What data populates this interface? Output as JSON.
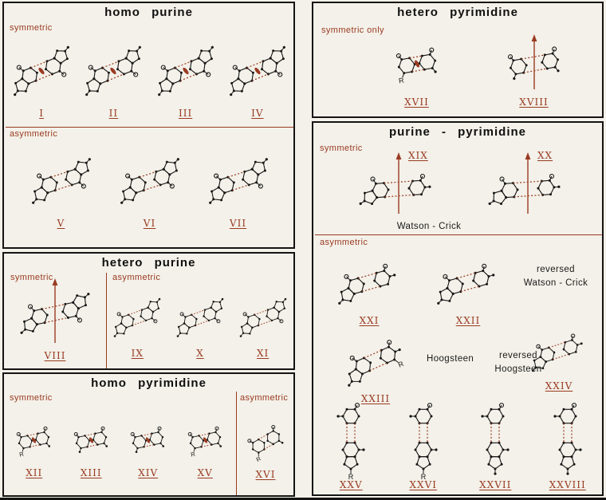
{
  "colors": {
    "accent": "#9a3a22",
    "ink": "#161616",
    "paper": "#f3f1e9"
  },
  "panels": {
    "homo_purine": {
      "title": "homo purine",
      "symmetric_label": "symmetric",
      "asymmetric_label": "asymmetric",
      "symmetric_structures": [
        {
          "numeral": "I",
          "kind": "RR",
          "sym": "ellipse"
        },
        {
          "numeral": "II",
          "kind": "RR",
          "sym": "ellipse"
        },
        {
          "numeral": "III",
          "kind": "RR",
          "sym": "ellipse"
        },
        {
          "numeral": "IV",
          "kind": "RR",
          "sym": "ellipse"
        }
      ],
      "asymmetric_structures": [
        {
          "numeral": "V",
          "kind": "RR",
          "sym": "none"
        },
        {
          "numeral": "VI",
          "kind": "RR",
          "sym": "none"
        },
        {
          "numeral": "VII",
          "kind": "RR",
          "sym": "none"
        }
      ]
    },
    "hetero_purine": {
      "title": "hetero purine",
      "symmetric_label": "symmetric",
      "asymmetric_label": "asymmetric",
      "symmetric_structures": [
        {
          "numeral": "VIII",
          "kind": "RR",
          "sym": "arrow"
        }
      ],
      "asymmetric_structures": [
        {
          "numeral": "IX",
          "kind": "RR",
          "sym": "none"
        },
        {
          "numeral": "X",
          "kind": "RR",
          "sym": "none"
        },
        {
          "numeral": "XI",
          "kind": "RR",
          "sym": "none"
        }
      ]
    },
    "homo_pyrimidine": {
      "title": "homo pyrimidine",
      "symmetric_label": "symmetric",
      "asymmetric_label": "asymmetric",
      "symmetric_structures": [
        {
          "numeral": "XII",
          "kind": "YY",
          "sym": "ellipse",
          "r_label": "R"
        },
        {
          "numeral": "XIII",
          "kind": "YY",
          "sym": "ellipse"
        },
        {
          "numeral": "XIV",
          "kind": "YY",
          "sym": "ellipse"
        },
        {
          "numeral": "XV",
          "kind": "YY",
          "sym": "ellipse",
          "r_label": "R"
        }
      ],
      "asymmetric_structures": [
        {
          "numeral": "XVI",
          "kind": "YY",
          "sym": "none",
          "r_label": "R"
        }
      ]
    },
    "hetero_pyrimidine": {
      "title": "hetero pyrimidine",
      "label": "symmetric only",
      "structures": [
        {
          "numeral": "XVII",
          "kind": "YY",
          "sym": "ellipse",
          "r_label": "R"
        },
        {
          "numeral": "XVIII",
          "kind": "YY",
          "sym": "arrow"
        }
      ]
    },
    "purine_pyrimidine": {
      "title": "purine - pyrimidine",
      "symmetric_label": "symmetric",
      "asymmetric_label": "asymmetric",
      "annotations": {
        "watson_crick": "Watson - Crick",
        "reversed_wc_line1": "reversed",
        "reversed_wc_line2": "Watson - Crick",
        "hoogsteen": "Hoogsteen",
        "reversed_hoogsteen_line1": "reversed",
        "reversed_hoogsteen_line2": "Hoogsteen"
      },
      "symmetric_structures": [
        {
          "numeral": "XIX",
          "kind": "RY",
          "sym": "arrow",
          "numeral_pos": "tr"
        },
        {
          "numeral": "XX",
          "kind": "RY",
          "sym": "arrow",
          "numeral_pos": "tr"
        }
      ],
      "asymmetric_row1": [
        {
          "numeral": "XXI",
          "kind": "RY",
          "sym": "none"
        },
        {
          "numeral": "XXII",
          "kind": "RY",
          "sym": "none"
        }
      ],
      "hoogsteen_structures": [
        {
          "numeral": "XXIII",
          "kind": "RY",
          "sym": "none",
          "r_label": "R"
        }
      ],
      "reversed_hoogsteen_structures": [
        {
          "numeral": "XXIV",
          "kind": "RY",
          "sym": "none"
        }
      ],
      "asymmetric_row3": [
        {
          "numeral": "XXV",
          "kind": "RYv",
          "sym": "none",
          "r_label": "R"
        },
        {
          "numeral": "XXVI",
          "kind": "RYv",
          "sym": "none",
          "r_label": "R"
        },
        {
          "numeral": "XXVII",
          "kind": "RYv",
          "sym": "none"
        },
        {
          "numeral": "XXVIII",
          "kind": "RYv",
          "sym": "none"
        }
      ]
    }
  }
}
